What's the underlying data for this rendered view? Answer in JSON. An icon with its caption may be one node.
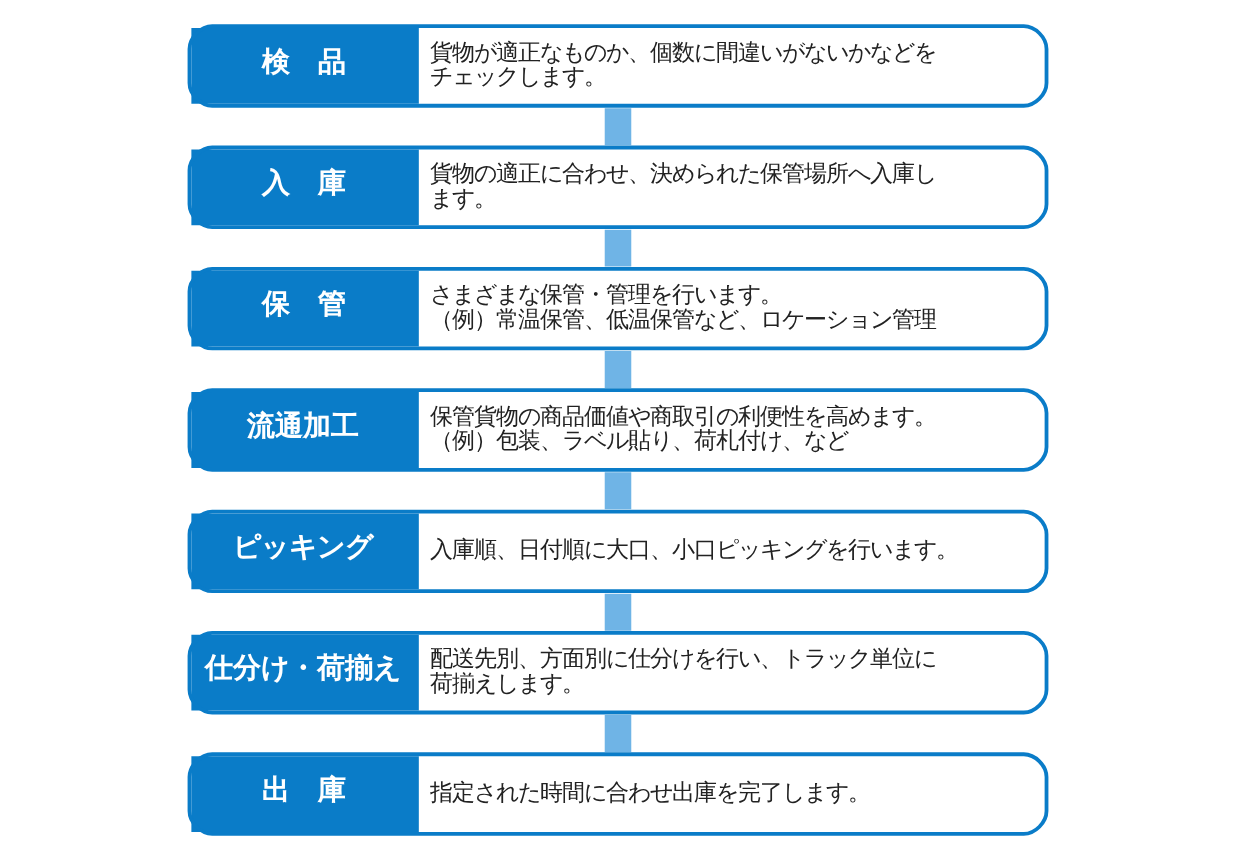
{
  "diagram": {
    "nodes": [
      {
        "text": [
          "検　品",
          "貨物が適正なものか、個数に間違いがないかなどをチェックします。"
        ]
      },
      {
        "text": [
          "入　庫",
          "貨物の適正に合わせ、決められた保管場所へ入庫します。"
        ]
      },
      {
        "text": [
          "保　管",
          "さまざまな保管・管理を行います。（例）常温保管、低温保管など、ロケーション管理"
        ]
      },
      {
        "text": [
          "流通加工",
          "保管貨物の商品価値や商取引の利便性を高めます。（例）包装、ラベル貼り、荷札付け、など"
        ]
      },
      {
        "text": [
          "ピッキング",
          "入庫順、日付順に大口、小口ピッキングを行います。"
        ]
      },
      {
        "text": [
          "仕分け・荷揃え",
          "配送先別、方面別に仕分けを行い、トラック単位に荷揃えします。"
        ]
      },
      {
        "text": [
          "出　庫",
          "指定された時間に合わせ出庫を完了します。"
        ]
      }
    ],
    "edges": [
      {
        "from": 0,
        "to": 1,
        "arrow": "none"
      },
      {
        "from": 1,
        "to": 2,
        "arrow": "none"
      },
      {
        "from": 2,
        "to": 3,
        "arrow": "none"
      },
      {
        "from": 3,
        "to": 4,
        "arrow": "none"
      },
      {
        "from": 4,
        "to": 5,
        "arrow": "none"
      },
      {
        "from": 5,
        "to": 6,
        "arrow": "none"
      }
    ]
  }
}
